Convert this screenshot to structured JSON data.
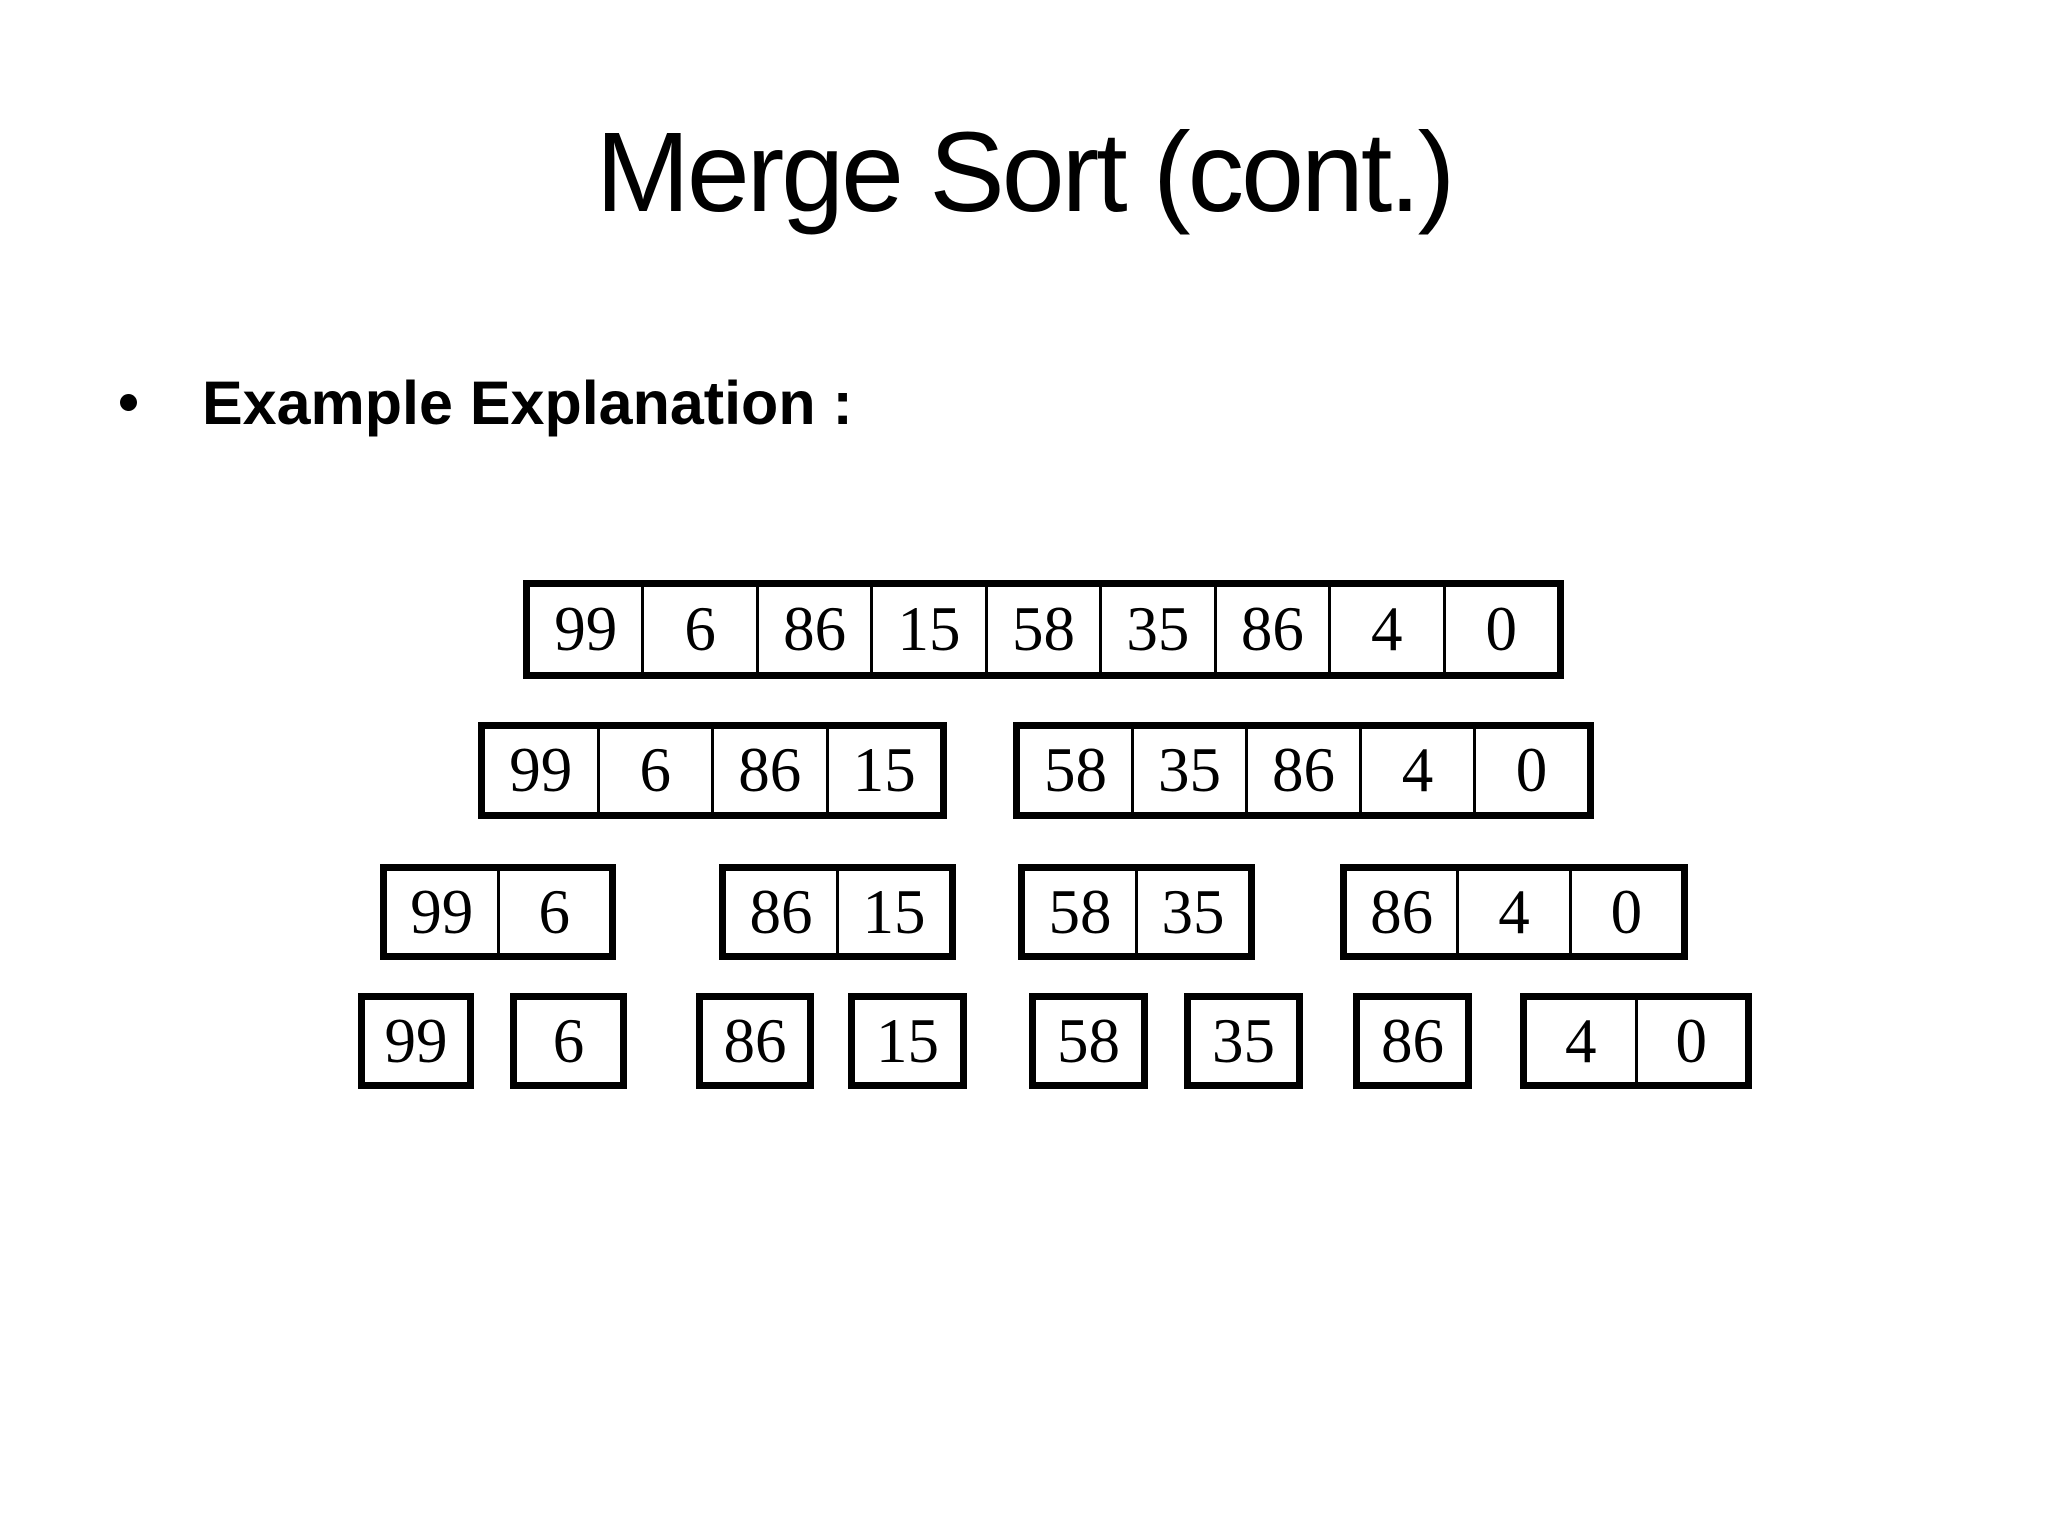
{
  "title": "Merge Sort (cont.)",
  "bullet": {
    "marker": "bullet-dot",
    "text": "Example Explanation :"
  },
  "colors": {
    "background": "#ffffff",
    "border": "#000000",
    "text": "#000000"
  },
  "tree": {
    "description": "merge sort divide phase, four levels",
    "rows": [
      {
        "level": 1,
        "boxes": [
          {
            "values": [
              "99",
              "6",
              "86",
              "15",
              "58",
              "35",
              "86",
              "4",
              "0"
            ]
          }
        ]
      },
      {
        "level": 2,
        "boxes": [
          {
            "values": [
              "99",
              "6",
              "86",
              "15"
            ]
          },
          {
            "values": [
              "58",
              "35",
              "86",
              "4",
              "0"
            ]
          }
        ]
      },
      {
        "level": 3,
        "boxes": [
          {
            "values": [
              "99",
              "6"
            ]
          },
          {
            "values": [
              "86",
              "15"
            ]
          },
          {
            "values": [
              "58",
              "35"
            ]
          },
          {
            "values": [
              "86",
              "4",
              "0"
            ]
          }
        ]
      },
      {
        "level": 4,
        "boxes": [
          {
            "values": [
              "99"
            ]
          },
          {
            "values": [
              "6"
            ]
          },
          {
            "values": [
              "86"
            ]
          },
          {
            "values": [
              "15"
            ]
          },
          {
            "values": [
              "58"
            ]
          },
          {
            "values": [
              "35"
            ]
          },
          {
            "values": [
              "86"
            ]
          },
          {
            "values": [
              "4",
              "0"
            ]
          }
        ]
      }
    ]
  }
}
